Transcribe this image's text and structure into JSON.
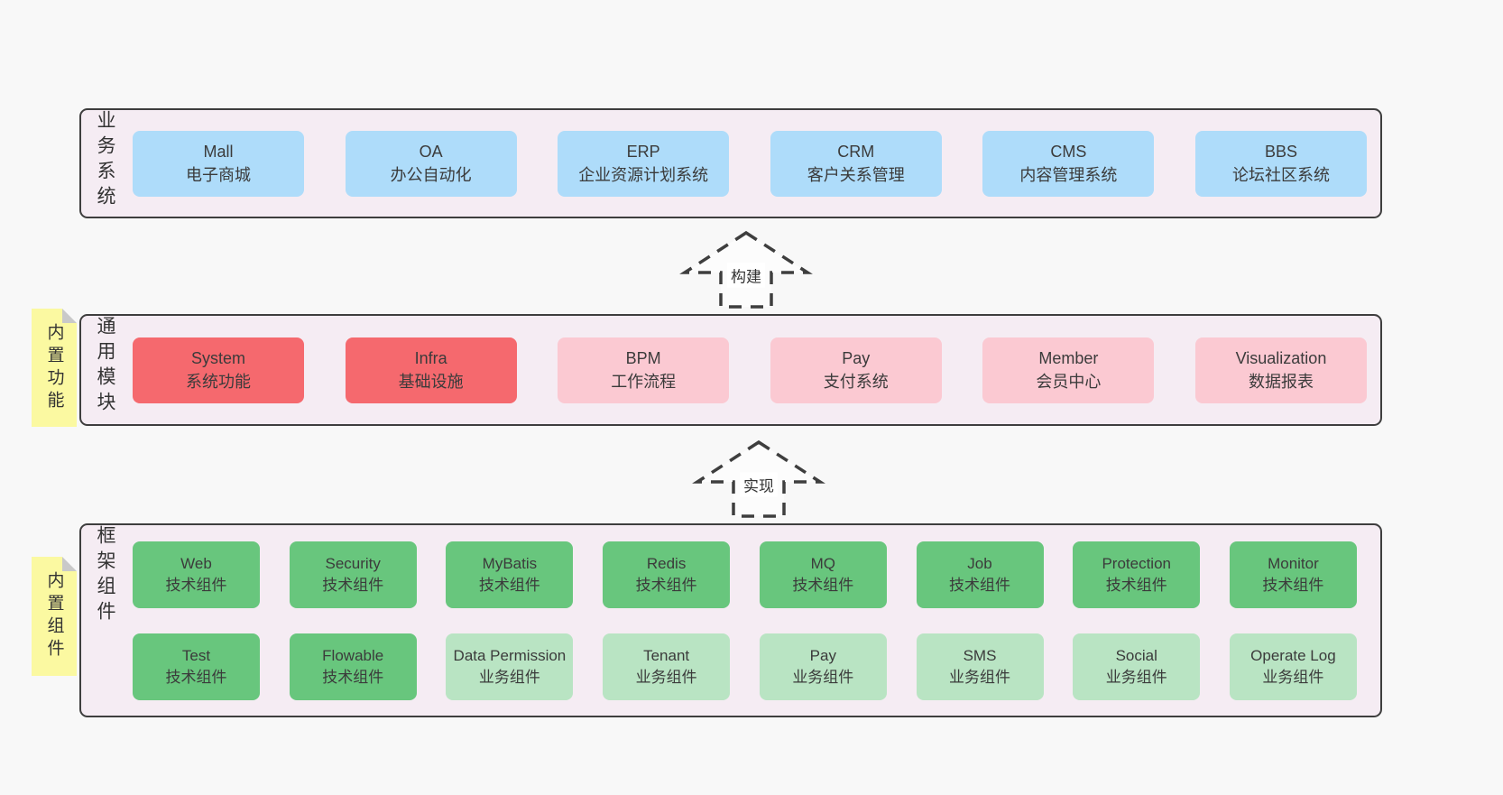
{
  "palette": {
    "page_bg": "#f8f8f8",
    "layer_bg": "#f5ecf3",
    "border": "#3e3e3e",
    "text": "#3a3a3a",
    "blue": "#aedcfa",
    "red": "#f5696e",
    "pink": "#fbc9d2",
    "green": "#68c67d",
    "lightgreen": "#b9e4c3",
    "yellow": "#fbf9a1",
    "fold": "#c9c9c9"
  },
  "layers": [
    {
      "id": "business-systems",
      "label": "业务系统",
      "sticky": null,
      "rows": [
        [
          {
            "name": "Mall",
            "desc": "电子商城",
            "type": "blue"
          },
          {
            "name": "OA",
            "desc": "办公自动化",
            "type": "blue"
          },
          {
            "name": "ERP",
            "desc": "企业资源计划系统",
            "type": "blue"
          },
          {
            "name": "CRM",
            "desc": "客户关系管理",
            "type": "blue"
          },
          {
            "name": "CMS",
            "desc": "内容管理系统",
            "type": "blue"
          },
          {
            "name": "BBS",
            "desc": "论坛社区系统",
            "type": "blue"
          }
        ]
      ]
    },
    {
      "id": "common-modules",
      "label": "通用模块",
      "sticky": "内置功能",
      "rows": [
        [
          {
            "name": "System",
            "desc": "系统功能",
            "type": "red"
          },
          {
            "name": "Infra",
            "desc": "基础设施",
            "type": "red"
          },
          {
            "name": "BPM",
            "desc": "工作流程",
            "type": "pink"
          },
          {
            "name": "Pay",
            "desc": "支付系统",
            "type": "pink"
          },
          {
            "name": "Member",
            "desc": "会员中心",
            "type": "pink"
          },
          {
            "name": "Visualization",
            "desc": "数据报表",
            "type": "pink"
          }
        ]
      ]
    },
    {
      "id": "framework-components",
      "label": "框架组件",
      "sticky": "内置组件",
      "rows": [
        [
          {
            "name": "Web",
            "desc": "技术组件",
            "type": "green"
          },
          {
            "name": "Security",
            "desc": "技术组件",
            "type": "green"
          },
          {
            "name": "MyBatis",
            "desc": "技术组件",
            "type": "green"
          },
          {
            "name": "Redis",
            "desc": "技术组件",
            "type": "green"
          },
          {
            "name": "MQ",
            "desc": "技术组件",
            "type": "green"
          },
          {
            "name": "Job",
            "desc": "技术组件",
            "type": "green"
          },
          {
            "name": "Protection",
            "desc": "技术组件",
            "type": "green"
          },
          {
            "name": "Monitor",
            "desc": "技术组件",
            "type": "green"
          }
        ],
        [
          {
            "name": "Test",
            "desc": "技术组件",
            "type": "green"
          },
          {
            "name": "Flowable",
            "desc": "技术组件",
            "type": "green"
          },
          {
            "name": "Data Permission",
            "desc": "业务组件",
            "type": "lightgreen"
          },
          {
            "name": "Tenant",
            "desc": "业务组件",
            "type": "lightgreen"
          },
          {
            "name": "Pay",
            "desc": "业务组件",
            "type": "lightgreen"
          },
          {
            "name": "SMS",
            "desc": "业务组件",
            "type": "lightgreen"
          },
          {
            "name": "Social",
            "desc": "业务组件",
            "type": "lightgreen"
          },
          {
            "name": "Operate Log",
            "desc": "业务组件",
            "type": "lightgreen"
          }
        ]
      ]
    }
  ],
  "arrows": [
    {
      "label": "构建"
    },
    {
      "label": "实现"
    }
  ]
}
